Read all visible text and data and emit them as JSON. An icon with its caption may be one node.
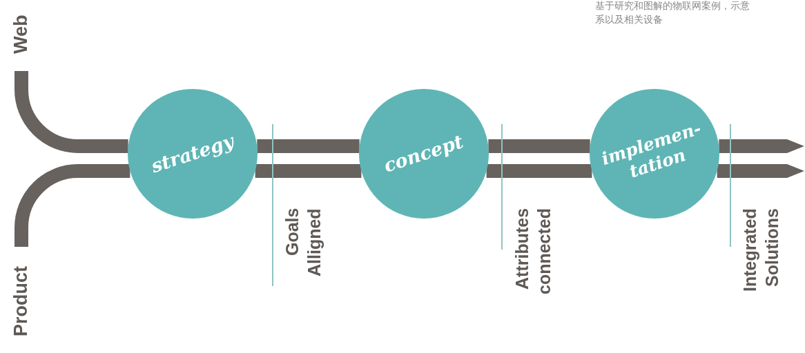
{
  "diagram": {
    "caption": "基于研究和图解的物联网案例，示意系以及相关设备",
    "nodes": [
      {
        "text": [
          "Web"
        ]
      },
      {
        "text": [
          "Product"
        ]
      },
      {
        "text": [
          "strategy"
        ]
      },
      {
        "text": [
          "concept"
        ]
      },
      {
        "text": [
          "implemen- tation"
        ]
      }
    ],
    "edges": [
      {
        "from": 0,
        "to": 2,
        "arrow": "none"
      },
      {
        "from": 1,
        "to": 2,
        "arrow": "none"
      },
      {
        "from": 2,
        "to": 3,
        "arrow": "none"
      },
      {
        "from": 2,
        "to": 3,
        "arrow": "none"
      },
      {
        "from": 3,
        "to": 4,
        "arrow": "none"
      },
      {
        "from": 3,
        "to": 4,
        "arrow": "none"
      },
      {
        "from": 4,
        "to": null,
        "arrow": "to"
      },
      {
        "from": 4,
        "to": null,
        "arrow": "to"
      }
    ],
    "labels": [
      "Goals Alligned",
      "Attributes connected",
      "Integrated Solutions"
    ]
  }
}
